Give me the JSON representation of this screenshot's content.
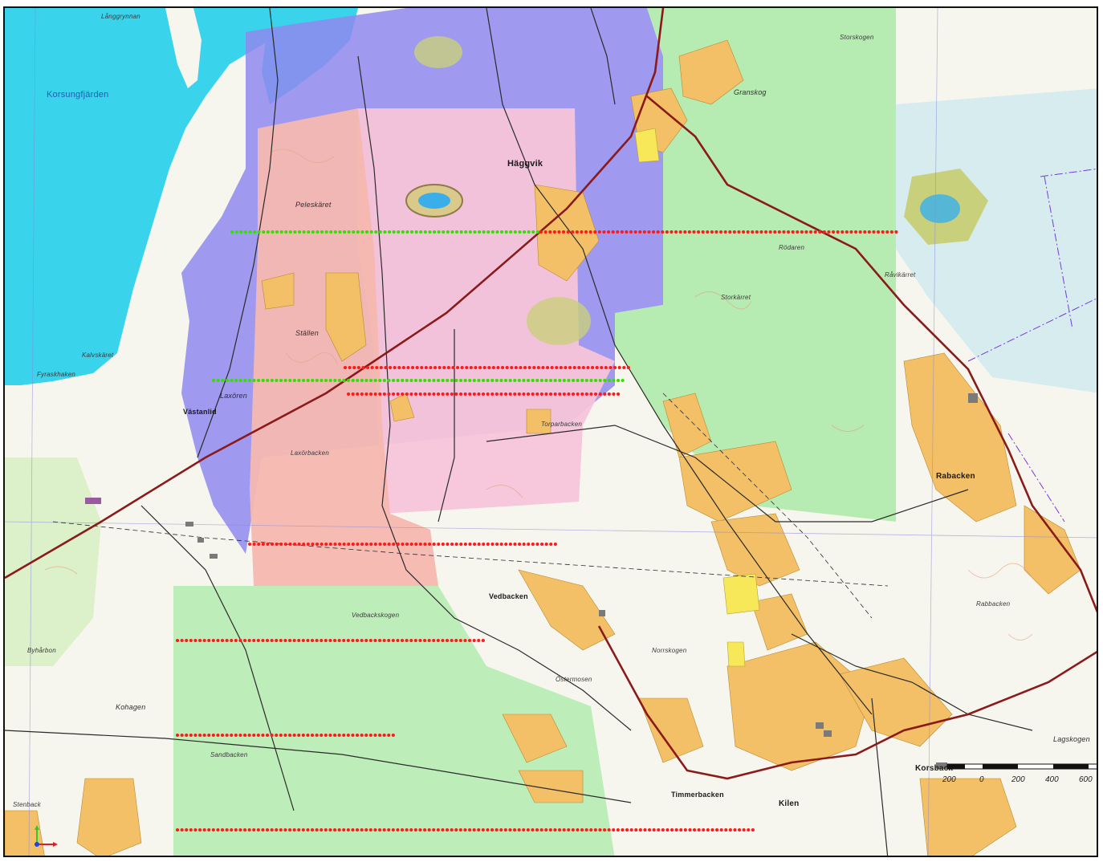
{
  "map": {
    "water_label": "Korsungfjärden",
    "place_labels": [
      {
        "key": "haggvik",
        "text": "Häggvik",
        "style": "bold"
      },
      {
        "key": "vastanlid",
        "text": "Västanlid",
        "style": "bold"
      },
      {
        "key": "vedbacken",
        "text": "Vedbacken",
        "style": "bold"
      },
      {
        "key": "rabacken",
        "text": "Rabacken",
        "style": "bold"
      },
      {
        "key": "timmerbacken",
        "text": "Timmerbacken",
        "style": "bold"
      },
      {
        "key": "kilen",
        "text": "Kilen",
        "style": "bold"
      },
      {
        "key": "korsback",
        "text": "Korsback",
        "style": "bold"
      },
      {
        "key": "kohagen",
        "text": "Kohagen",
        "style": "med"
      },
      {
        "key": "langgrynnan",
        "text": "Långgrynnan",
        "style": "small"
      },
      {
        "key": "storskogen",
        "text": "Storskogen",
        "style": "small"
      },
      {
        "key": "granskog",
        "text": "Granskog",
        "style": "med"
      },
      {
        "key": "peleskaret",
        "text": "Peleskäret",
        "style": "med"
      },
      {
        "key": "stallen",
        "text": "Ställen",
        "style": "med"
      },
      {
        "key": "laxoren",
        "text": "Laxören",
        "style": "med"
      },
      {
        "key": "laxorbacken",
        "text": "Laxörbacken",
        "style": "small"
      },
      {
        "key": "lagskogen",
        "text": "Lagskogen",
        "style": "med"
      },
      {
        "key": "byharbon",
        "text": "Byhårbon",
        "style": "small"
      },
      {
        "key": "storkarret",
        "text": "Storkärret",
        "style": "small"
      },
      {
        "key": "torparbacken",
        "text": "Torparbacken",
        "style": "small"
      },
      {
        "key": "raavikarret",
        "text": "Råvikärret",
        "style": "small"
      },
      {
        "key": "vedbackskogen",
        "text": "Vedbackskogen",
        "style": "small"
      },
      {
        "key": "rabbacken",
        "text": "Rabbacken",
        "style": "small"
      },
      {
        "key": "norrskogen",
        "text": "Norrskogen",
        "style": "small"
      },
      {
        "key": "sandbacken",
        "text": "Sandbacken",
        "style": "small"
      },
      {
        "key": "ostermosen",
        "text": "Östermosen",
        "style": "small"
      },
      {
        "key": "rodaren",
        "text": "Rödaren",
        "style": "small"
      },
      {
        "key": "kalvskaret",
        "text": "Kalvskäret",
        "style": "small"
      },
      {
        "key": "fyraskhaken",
        "text": "Fyraskhaken",
        "style": "small"
      },
      {
        "key": "stenback",
        "text": "Stenback",
        "style": "small"
      }
    ],
    "scale": {
      "ticks": [
        "200",
        "0",
        "200",
        "400",
        "600"
      ]
    },
    "colors": {
      "water": "#39d3ec",
      "lake": "#7fd2ee",
      "purple_zone": "#8f88ee",
      "pink_zone": "#f7c4d9",
      "salmon_zone": "#f6b8b0",
      "green_zone": "#aaeaa6",
      "fields": "#f3c067",
      "olive": "#c9d07c",
      "road": "#8b1a1a",
      "red_line": "#ff1a1a",
      "green_line": "#33e000"
    }
  }
}
